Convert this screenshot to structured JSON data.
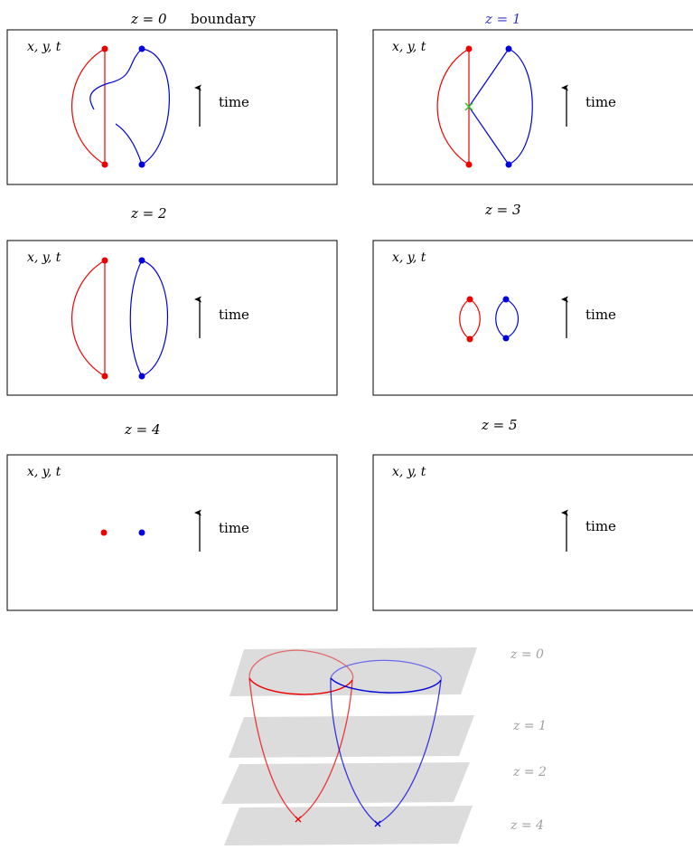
{
  "panels": [
    {
      "title": "z = 0",
      "title_extra": "boundary",
      "coords": "x, y, t",
      "time_label": "time"
    },
    {
      "title": "z = 1",
      "coords": "x, y, t",
      "time_label": "time"
    },
    {
      "title": "z = 2",
      "coords": "x, y, t",
      "time_label": "time"
    },
    {
      "title": "z = 3",
      "coords": "x, y, t",
      "time_label": "time"
    },
    {
      "title": "z = 4",
      "coords": "x, y, t",
      "time_label": "time"
    },
    {
      "title": "z = 5",
      "coords": "x, y, t",
      "time_label": "time"
    }
  ],
  "slices": [
    {
      "label": "z = 0"
    },
    {
      "label": "z = 1"
    },
    {
      "label": "z = 2"
    },
    {
      "label": "z = 4"
    }
  ],
  "colors": {
    "red": "#ee0000",
    "blue": "#0000dd",
    "green": "#22cc22",
    "slice_fill": "#dcdcdc",
    "slice_label": "#a0a0a0",
    "title_z1": "#3333cc"
  }
}
